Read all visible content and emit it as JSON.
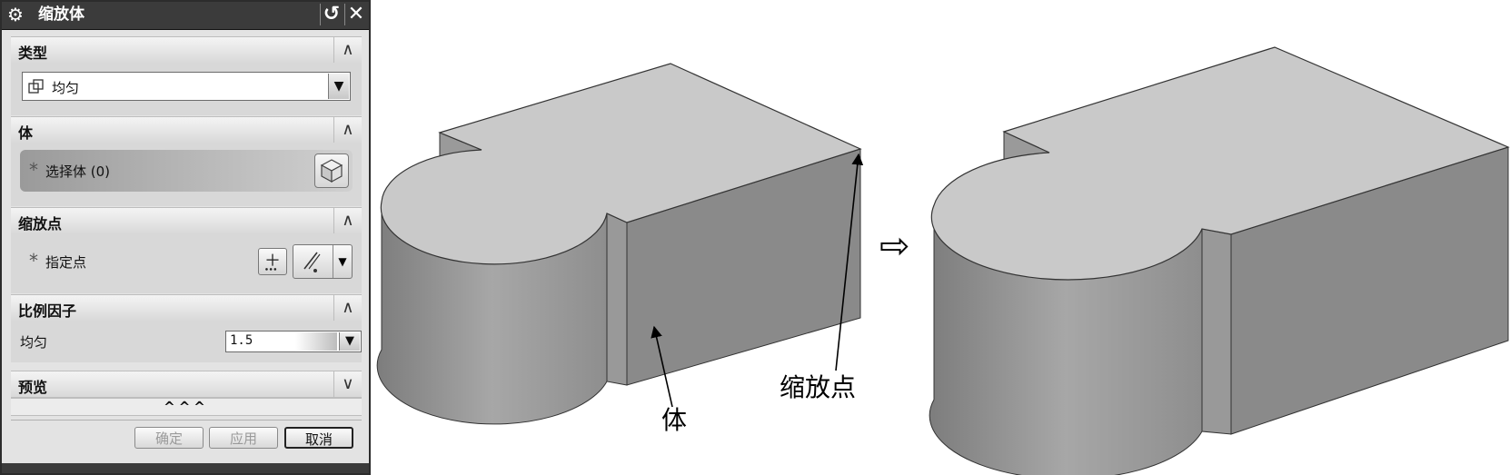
{
  "dialog": {
    "title": "缩放体",
    "sections": {
      "type": {
        "title": "类型",
        "toggle": "∧",
        "selected": "均匀"
      },
      "body": {
        "title": "体",
        "toggle": "∧",
        "select_label": "选择体 (0)"
      },
      "scale_point": {
        "title": "缩放点",
        "toggle": "∧",
        "specify_label": "指定点"
      },
      "scale_factor": {
        "title": "比例因子",
        "toggle": "∧",
        "uniform_label": "均匀",
        "uniform_value": "1.5"
      },
      "preview": {
        "title": "预览",
        "toggle": "∨"
      }
    },
    "more": "^^^",
    "buttons": {
      "ok": "确定",
      "apply": "应用",
      "cancel": "取消"
    },
    "asterisk": "*"
  },
  "illustration": {
    "label_body": "体",
    "label_scale_point": "缩放点",
    "arrow": "⇨"
  },
  "colors": {
    "titlebar": "#3b3b3b",
    "dialog_bg": "#e3e3e3",
    "top_face": "#c9c9c9",
    "side_face": "#8c8c8c"
  }
}
